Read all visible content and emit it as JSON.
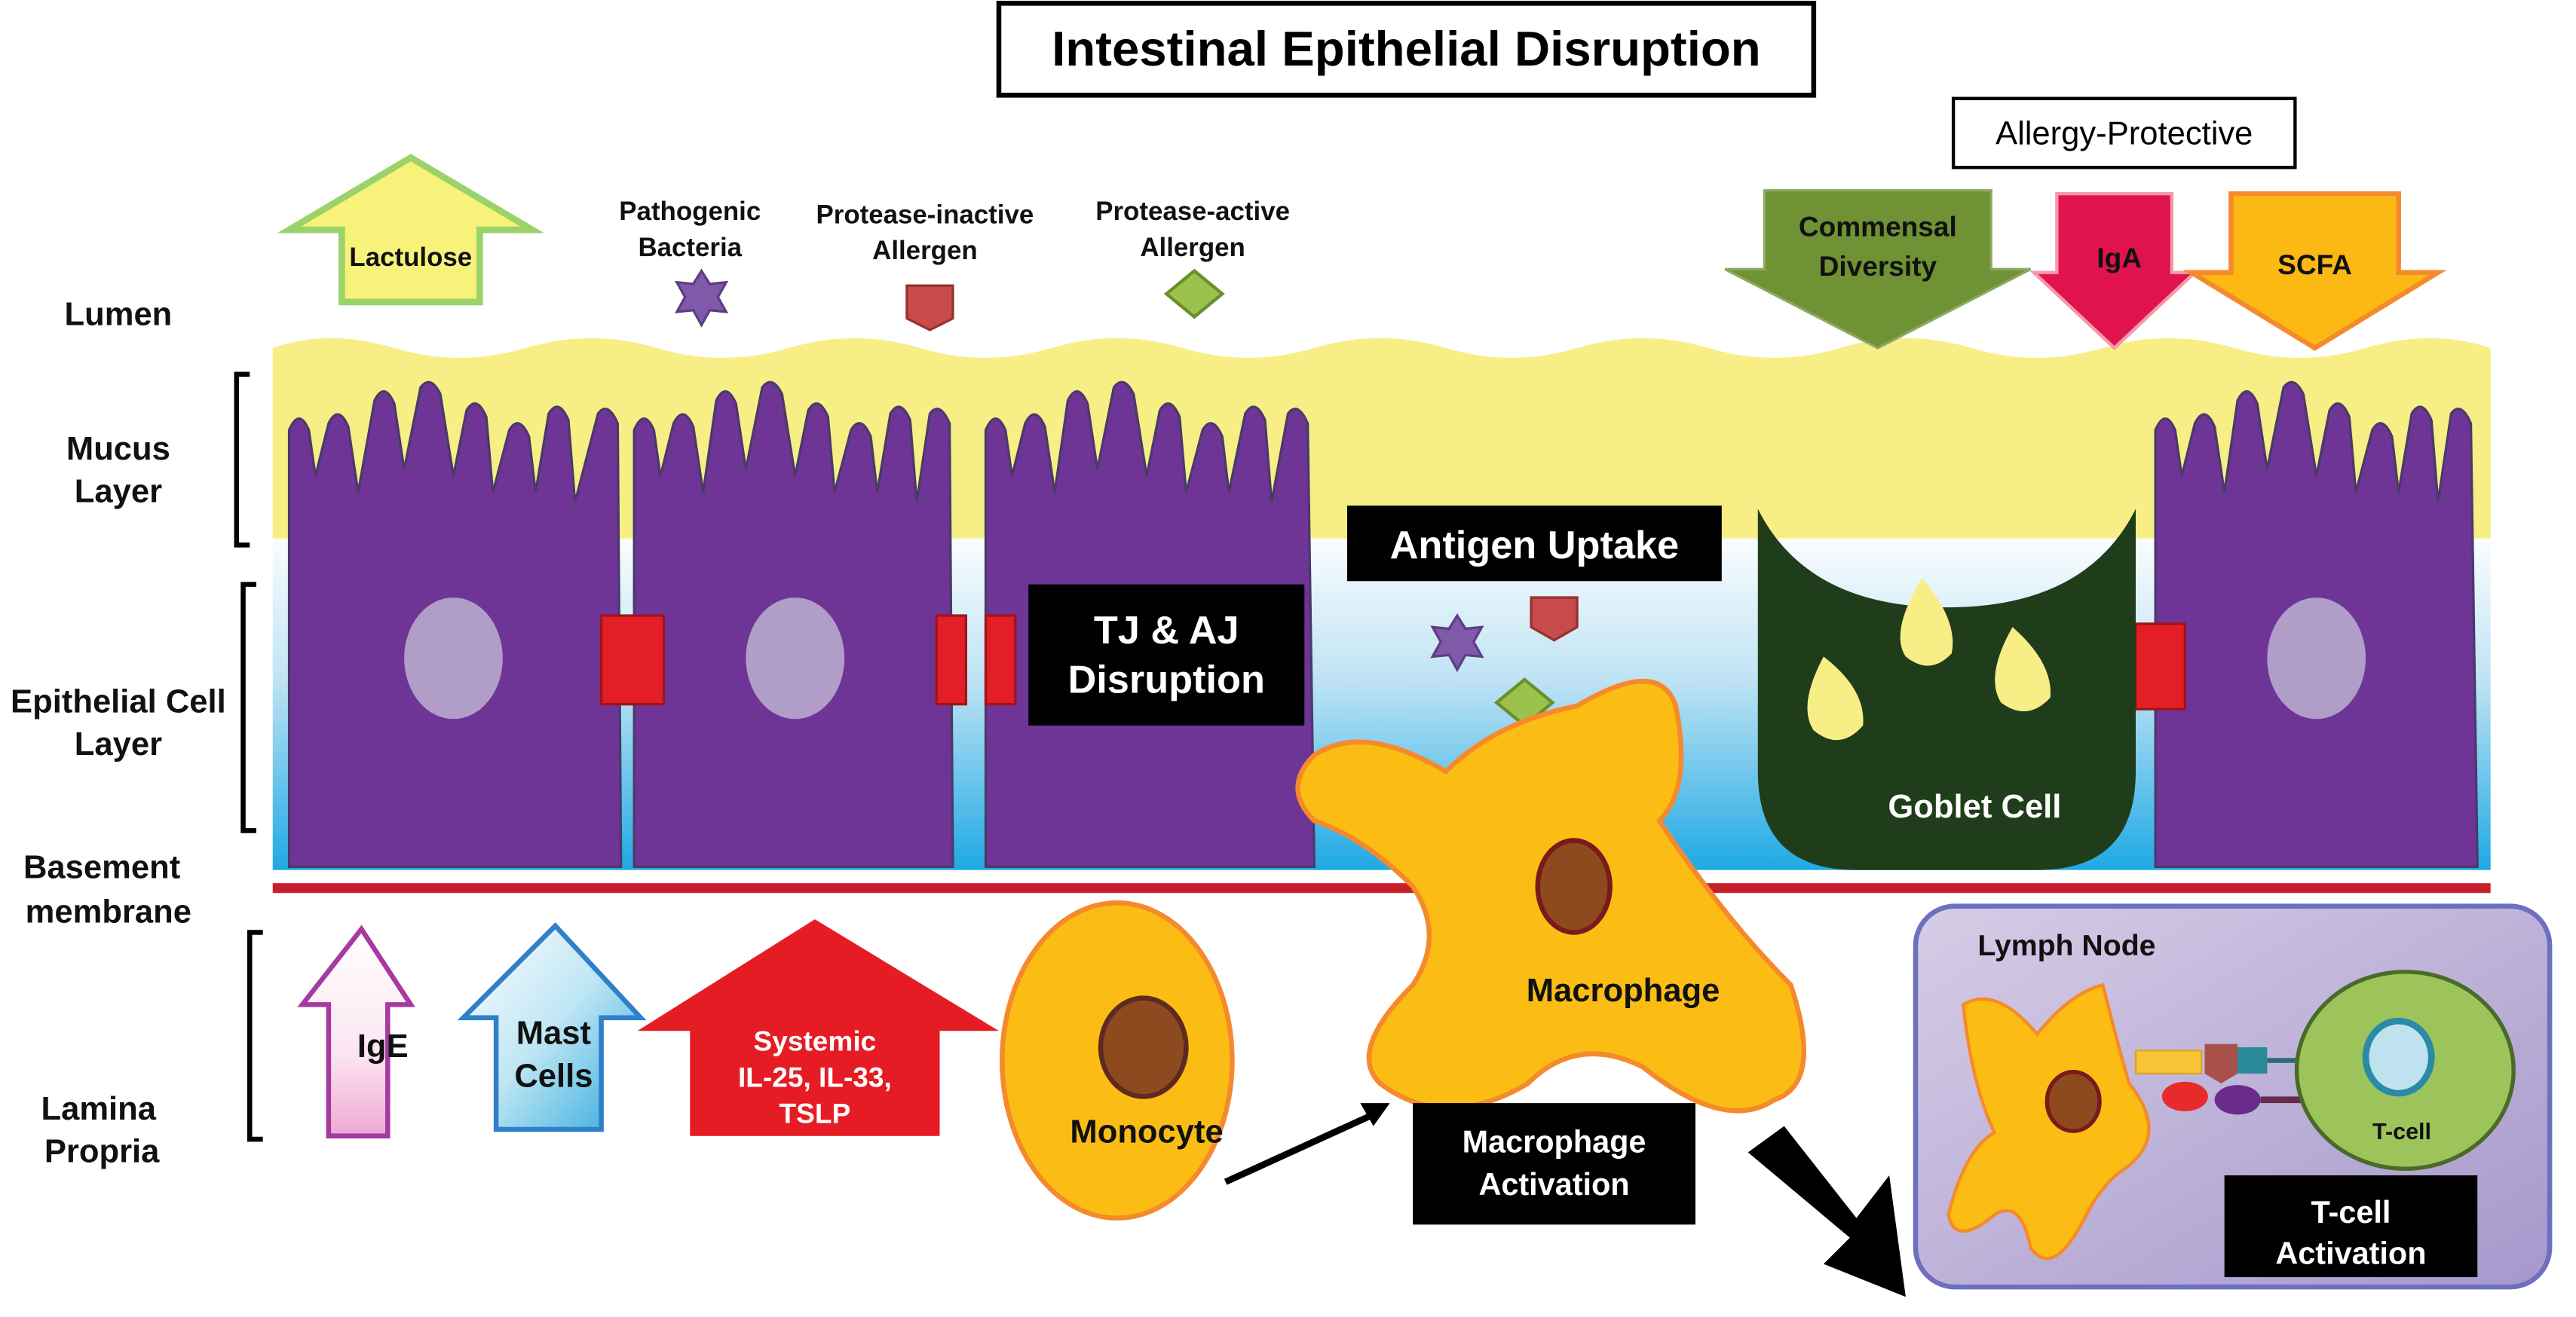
{
  "title": "Intestinal Epithelial Disruption",
  "protective_box": "Allergy-Protective",
  "layers": {
    "lumen": "Lumen",
    "mucus": [
      "Mucus",
      "Layer"
    ],
    "epithelial": [
      "Epithelial Cell",
      "Layer"
    ],
    "basement": [
      "Basement",
      "membrane"
    ],
    "lamina": [
      "Lamina",
      "Propria"
    ]
  },
  "lumen_items": {
    "lactulose": "Lactulose",
    "pathogenic": [
      "Pathogenic",
      "Bacteria"
    ],
    "protease_inactive": [
      "Protease-inactive",
      "Allergen"
    ],
    "protease_active": [
      "Protease-active",
      "Allergen"
    ]
  },
  "protective_arrows": {
    "commensal": [
      "Commensal",
      "Diversity"
    ],
    "iga": "IgA",
    "scfa": "SCFA"
  },
  "boxes": {
    "tj_aj": [
      "TJ & AJ",
      "Disruption"
    ],
    "antigen_uptake": "Antigen Uptake",
    "macrophage_activation": [
      "Macrophage",
      "Activation"
    ],
    "tcell_activation": [
      "T-cell",
      "Activation"
    ]
  },
  "cells": {
    "goblet": "Goblet Cell",
    "macrophage": "Macrophage",
    "monocyte": "Monocyte",
    "tcell": "T-cell",
    "lymph_node": "Lymph Node"
  },
  "lamina_arrows": {
    "ige": "IgE",
    "mast": [
      "Mast",
      "Cells"
    ],
    "systemic": [
      "Systemic",
      "IL-25, IL-33,",
      "TSLP"
    ]
  },
  "colors": {
    "mucus": "#f7ee86",
    "epithelial_cell": "#6e3597",
    "nucleus": "#b09ec8",
    "junction": "#e41e26",
    "lumen_blue": "#2fb1e8",
    "goblet": "#1f3d1a",
    "macrophage": "#fbbd14",
    "macrophage_nucleus": "#8e4a1f",
    "lymph_node": "#b4a8d4",
    "lymph_border": "#6f6fbf",
    "tcell": "#9cc45a",
    "commensal": "#6e9234",
    "iga": "#e1134f",
    "scfa": "#fdb913",
    "systemic": "#e61c24"
  }
}
